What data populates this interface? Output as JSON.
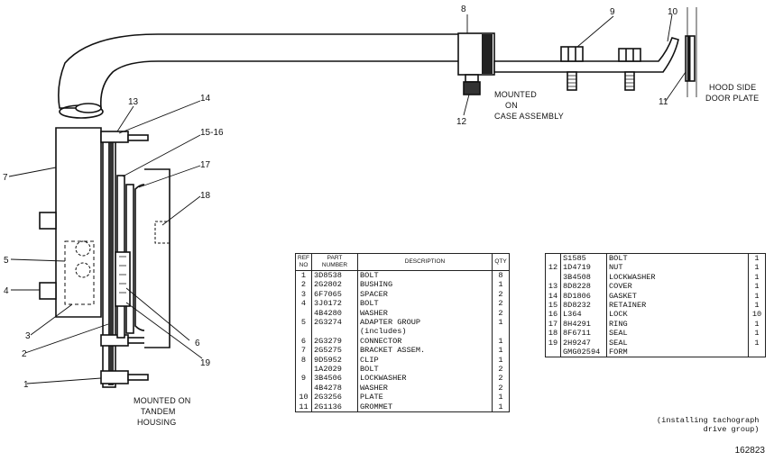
{
  "callouts": [
    "1",
    "2",
    "3",
    "4",
    "5",
    "6",
    "7",
    "8",
    "9",
    "10",
    "11",
    "12",
    "13",
    "14",
    "15-16",
    "17",
    "18",
    "19"
  ],
  "notes": {
    "mounted_case": [
      "MOUNTED",
      "ON",
      "CASE ASSEMBLY"
    ],
    "mounted_tandem": [
      "MOUNTED ON",
      "TANDEM",
      "HOUSING"
    ],
    "hood_side": [
      "HOOD SIDE",
      "DOOR PLATE"
    ]
  },
  "table_headers": {
    "ref": "REF NO",
    "part": "PART NUMBER",
    "desc": "DESCRIPTION",
    "qty": "QTY"
  },
  "parts_left": [
    {
      "ref": "1",
      "pn": "3D8538",
      "desc": "BOLT",
      "qty": "8"
    },
    {
      "ref": "2",
      "pn": "2G2802",
      "desc": "BUSHING",
      "qty": "1"
    },
    {
      "ref": "3",
      "pn": "6F7065",
      "desc": "SPACER",
      "qty": "2"
    },
    {
      "ref": "4",
      "pn": "3J0172",
      "desc": "BOLT",
      "qty": "2"
    },
    {
      "ref": "",
      "pn": "4B4280",
      "desc": "WASHER",
      "qty": "2"
    },
    {
      "ref": "5",
      "pn": "2G3274",
      "desc": "ADAPTER GROUP",
      "qty": "1"
    },
    {
      "ref": "",
      "pn": "",
      "desc": "(includes)",
      "qty": ""
    },
    {
      "ref": "6",
      "pn": "2G3279",
      "desc": "CONNECTOR",
      "qty": "1"
    },
    {
      "ref": "7",
      "pn": "2G5275",
      "desc": "BRACKET ASSEM.",
      "qty": "1"
    },
    {
      "ref": "8",
      "pn": "9D5952",
      "desc": "CLIP",
      "qty": "1"
    },
    {
      "ref": "",
      "pn": "1A2029",
      "desc": "BOLT",
      "qty": "2"
    },
    {
      "ref": "9",
      "pn": "3B4506",
      "desc": "LOCKWASHER",
      "qty": "2"
    },
    {
      "ref": "",
      "pn": "4B4278",
      "desc": "WASHER",
      "qty": "2"
    },
    {
      "ref": "10",
      "pn": "2G3256",
      "desc": "PLATE",
      "qty": "1"
    },
    {
      "ref": "11",
      "pn": "2G1136",
      "desc": "GROMMET",
      "qty": "1"
    }
  ],
  "parts_right": [
    {
      "ref": "",
      "pn": "S1585",
      "desc": "BOLT",
      "qty": "1"
    },
    {
      "ref": "12",
      "pn": "1D4719",
      "desc": "NUT",
      "qty": "1"
    },
    {
      "ref": "",
      "pn": "3B4508",
      "desc": "LOCKWASHER",
      "qty": "1"
    },
    {
      "ref": "13",
      "pn": "8D8228",
      "desc": "COVER",
      "qty": "1"
    },
    {
      "ref": "14",
      "pn": "8D1806",
      "desc": "GASKET",
      "qty": "1"
    },
    {
      "ref": "15",
      "pn": "8D8232",
      "desc": "RETAINER",
      "qty": "1"
    },
    {
      "ref": "16",
      "pn": "L364",
      "desc": "LOCK",
      "qty": "10"
    },
    {
      "ref": "17",
      "pn": "8H4291",
      "desc": "RING",
      "qty": "1"
    },
    {
      "ref": "18",
      "pn": "8F6711",
      "desc": "SEAL",
      "qty": "1"
    },
    {
      "ref": "19",
      "pn": "2H9247",
      "desc": "SEAL",
      "qty": "1"
    },
    {
      "ref": "",
      "pn": "",
      "desc": "",
      "qty": ""
    },
    {
      "ref": "",
      "pn": "",
      "desc": "",
      "qty": ""
    },
    {
      "ref": "",
      "pn": "",
      "desc": "",
      "qty": ""
    },
    {
      "ref": "",
      "pn": "GMG02594",
      "desc": "FORM",
      "qty": ""
    }
  ],
  "form_note": [
    "(installing tachograph",
    "drive group)"
  ],
  "figure_number": "162823"
}
